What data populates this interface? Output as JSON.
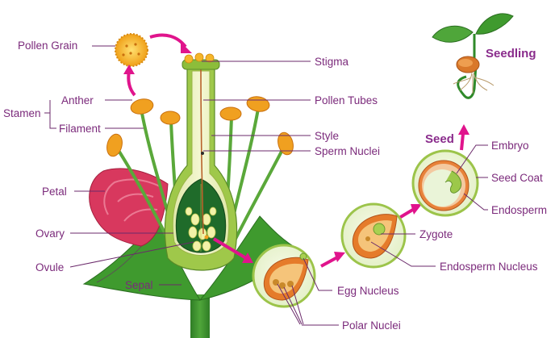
{
  "labels": {
    "pollen_grain": "Pollen Grain",
    "stigma": "Stigma",
    "pollen_tubes": "Pollen Tubes",
    "stamen": "Stamen",
    "anther": "Anther",
    "filament": "Filament",
    "style": "Style",
    "sperm_nuclei": "Sperm Nuclei",
    "petal": "Petal",
    "ovary": "Ovary",
    "ovule": "Ovule",
    "sepal": "Sepal",
    "egg_nucleus": "Egg Nucleus",
    "polar_nuclei": "Polar Nuclei",
    "zygote": "Zygote",
    "endosperm_nucleus": "Endosperm Nucleus",
    "embryo": "Embryo",
    "seed_coat": "Seed Coat",
    "endosperm": "Endosperm"
  },
  "headings": {
    "seed": "Seed",
    "seedling": "Seedling"
  },
  "colors": {
    "label_text": "#7b2a7b",
    "heading_text": "#8a2c8c",
    "arrow": "#e0148c",
    "leaf_green": "#2f8a2a",
    "ovary_green": "#1f6b2a",
    "anther_orange": "#f0a020",
    "petal_pink": "#d8385e",
    "circle_fill": "#eef6d8"
  }
}
